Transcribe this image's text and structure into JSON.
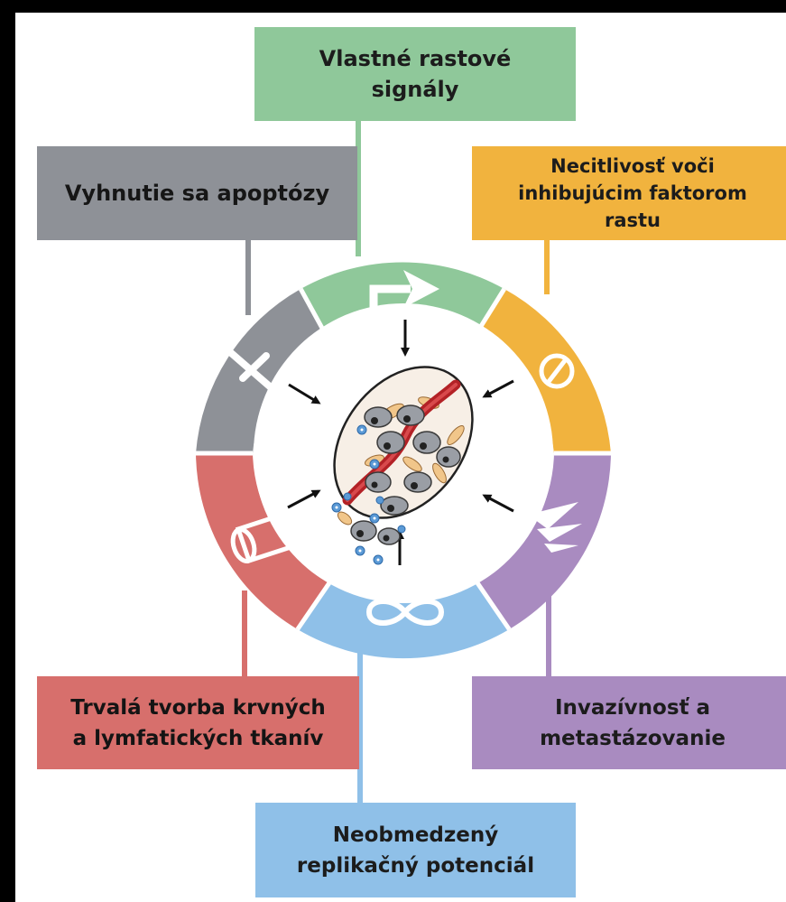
{
  "labels": {
    "growth_signals": [
      "Vlastné rastové",
      "signály"
    ],
    "apoptosis": "Vyhnutie sa apoptózy",
    "insensitivity": [
      "Necitlivosť voči",
      "inhibujúcim faktorom",
      "rastu"
    ],
    "angiogenesis": [
      "Trvalá tvorba krvných",
      "a lymfatických tkanív"
    ],
    "invasion": [
      "Invazívnosť a",
      "metastázovanie"
    ],
    "replication": [
      "Neobmedzený",
      "replikačný potenciál"
    ]
  },
  "colors": {
    "growth": "#8fc89a",
    "apoptosis": "#8e9197",
    "insensitivity": "#f1b33e",
    "angiogenesis": "#d76f6c",
    "invasion": "#a98bc0",
    "replication": "#8fc0e8"
  },
  "icons": {
    "growth": "bent-arrow-icon",
    "apoptosis": "cross-icon",
    "insensitivity": "no-entry-icon",
    "angiogenesis": "blood-vessel-icon",
    "invasion": "invasion-spikes-icon",
    "replication": "infinity-icon"
  }
}
